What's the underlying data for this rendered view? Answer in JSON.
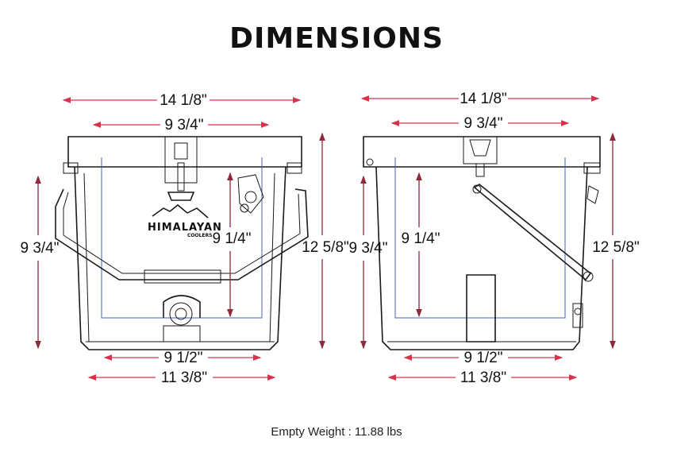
{
  "title": "DIMENSIONS",
  "weight_label": "Empty Weight : 11.88 lbs",
  "brand": {
    "name": "HIMALAYAN",
    "sub": "COOLERS"
  },
  "front_view": {
    "top_width": "14 1/8\"",
    "inner_width": "9 3/4\"",
    "height_left": "9 3/4\"",
    "inner_height": "9 1/4\"",
    "total_height": "12 5/8\"",
    "base_inner": "9 1/2\"",
    "base_outer": "11 3/8\""
  },
  "side_view": {
    "top_width": "14 1/8\"",
    "inner_width": "9 3/4\"",
    "height_left": "9 3/4\"",
    "inner_height": "9 1/4\"",
    "total_height": "12 5/8\"",
    "base_inner": "9 1/2\"",
    "base_outer": "11 3/8\""
  },
  "colors": {
    "dimension_line": "#d6334b",
    "outline": "#1a1a1a",
    "inner_line": "#4b5fb8"
  }
}
